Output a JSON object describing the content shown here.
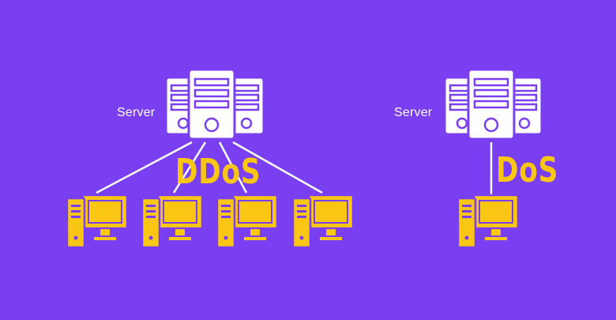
{
  "colors": {
    "background": "#7b3ff2",
    "server_fill": "#ffffff",
    "server_stroke": "#7b3ff2",
    "computer_fill": "#f9c613",
    "line": "#ffffff"
  },
  "left_group": {
    "server_label": "Server",
    "attack_label": "DDoS",
    "computer_count": 4,
    "icons": [
      "server-rack-icon",
      "computer-icon"
    ]
  },
  "right_group": {
    "server_label": "Server",
    "attack_label": "DoS",
    "computer_count": 1,
    "icons": [
      "server-rack-icon",
      "computer-icon"
    ]
  }
}
